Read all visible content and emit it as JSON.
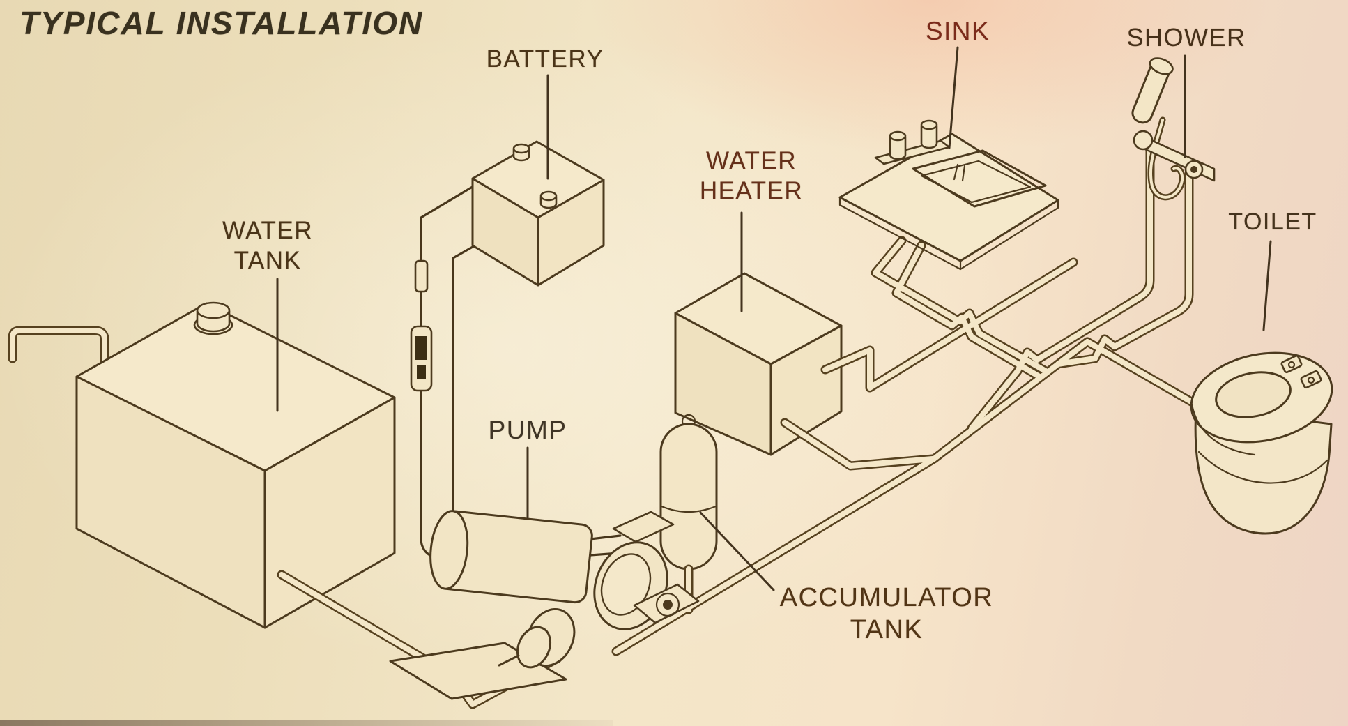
{
  "title": "TYPICAL INSTALLATION",
  "labels": {
    "water_tank": [
      "WATER",
      "TANK"
    ],
    "battery": [
      "BATTERY"
    ],
    "pump": [
      "PUMP"
    ],
    "water_heater": [
      "WATER",
      "HEATER"
    ],
    "accumulator_tank": [
      "ACCUMULATOR",
      "TANK"
    ],
    "sink": [
      "SINK"
    ],
    "shower": [
      "SHOWER"
    ],
    "toilet": [
      "TOILET"
    ]
  },
  "diagram": {
    "type": "isometric-plumbing-schematic",
    "components": [
      "water-tank",
      "battery",
      "pump",
      "water-heater",
      "accumulator-tank",
      "sink",
      "shower",
      "toilet"
    ],
    "connections": [
      {
        "from": "water-tank",
        "to": "pump",
        "via": "suction-pipe"
      },
      {
        "from": "battery",
        "to": "pump",
        "via": "wiring-with-inline-fuse"
      },
      {
        "from": "pump",
        "to": "accumulator-tank",
        "via": "pressure-line-tee"
      },
      {
        "from": "pump",
        "to": "water-heater",
        "via": "cold-water-line"
      },
      {
        "from": "pump",
        "to": "sink",
        "via": "cold-water-line"
      },
      {
        "from": "pump",
        "to": "shower",
        "via": "cold-water-line"
      },
      {
        "from": "pump",
        "to": "toilet",
        "via": "cold-water-line"
      },
      {
        "from": "water-heater",
        "to": "sink",
        "via": "hot-water-line"
      },
      {
        "from": "water-heater",
        "to": "shower",
        "via": "hot-water-line"
      }
    ]
  },
  "colors": {
    "background_left": "#e8d9b4",
    "background_right": "#eed5c5",
    "pink_glow": "#f29476",
    "line": "#4c3a1e",
    "pipe_fill": "#f4e7c8",
    "title_text": "#39311f",
    "label_text": "#4a3418",
    "sink_label_text": "#7b2a1a",
    "water_heater_label_text": "#65301a"
  }
}
